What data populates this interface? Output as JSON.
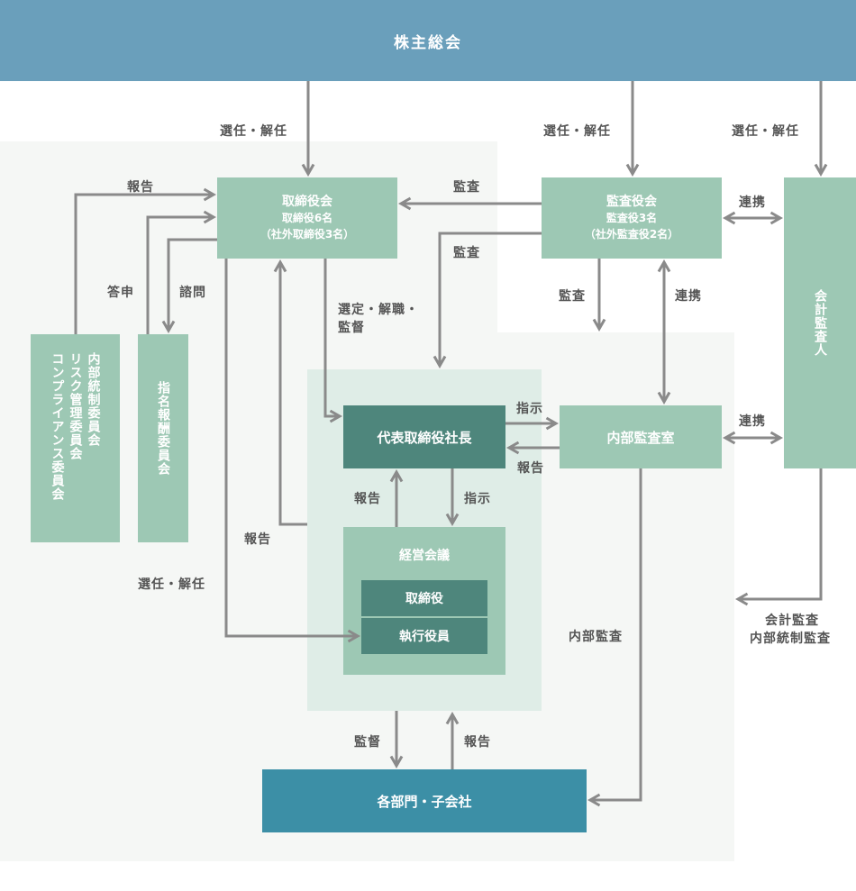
{
  "colors": {
    "header": "#6a9fbb",
    "light_green": "#9dc8b4",
    "dark_green": "#4e867c",
    "teal": "#3c8fa6",
    "zone_bg": "#f5f7f5",
    "inner_zone": "#dfede7",
    "arrow": "#8a8a8a"
  },
  "header": {
    "title": "株主総会"
  },
  "boxes": {
    "board": {
      "title": "取締役会",
      "line1": "取締役6名",
      "line2": "（社外取締役3名）"
    },
    "audit_board": {
      "title": "監査役会",
      "line1": "監査役3名",
      "line2": "（社外監査役2名）"
    },
    "auditor": {
      "title": "会計監査人"
    },
    "committees": {
      "col1": "内部統制委員会",
      "col2": "リスク管理委員会",
      "col3": "コンプライアンス委員会"
    },
    "nomination": {
      "title": "指名報酬委員会"
    },
    "president": {
      "title": "代表取締役社長"
    },
    "internal_audit": {
      "title": "内部監査室"
    },
    "management_council": {
      "title": "経営会議",
      "item1": "取締役",
      "item2": "執行役員"
    },
    "departments": {
      "title": "各部門・子会社"
    }
  },
  "labels": {
    "elect1": "選任・解任",
    "elect2": "選任・解任",
    "elect3": "選任・解任",
    "report_top": "報告",
    "audit1": "監査",
    "audit2": "監査",
    "cooperate1": "連携",
    "reply": "答申",
    "consult": "諮問",
    "appoint_line1": "選定・解職・",
    "appoint_line2": "監督",
    "audit3": "監査",
    "cooperate2": "連携",
    "instruct1": "指示",
    "cooperate3": "連携",
    "report_ia": "報告",
    "report_mc": "報告",
    "instruct2": "指示",
    "report_left": "報告",
    "elect4": "選任・解任",
    "internal_audit_lbl": "内部監査",
    "ext_audit_line1": "会計監査",
    "ext_audit_line2": "内部統制監査",
    "supervise": "監督",
    "report_bottom": "報告"
  }
}
